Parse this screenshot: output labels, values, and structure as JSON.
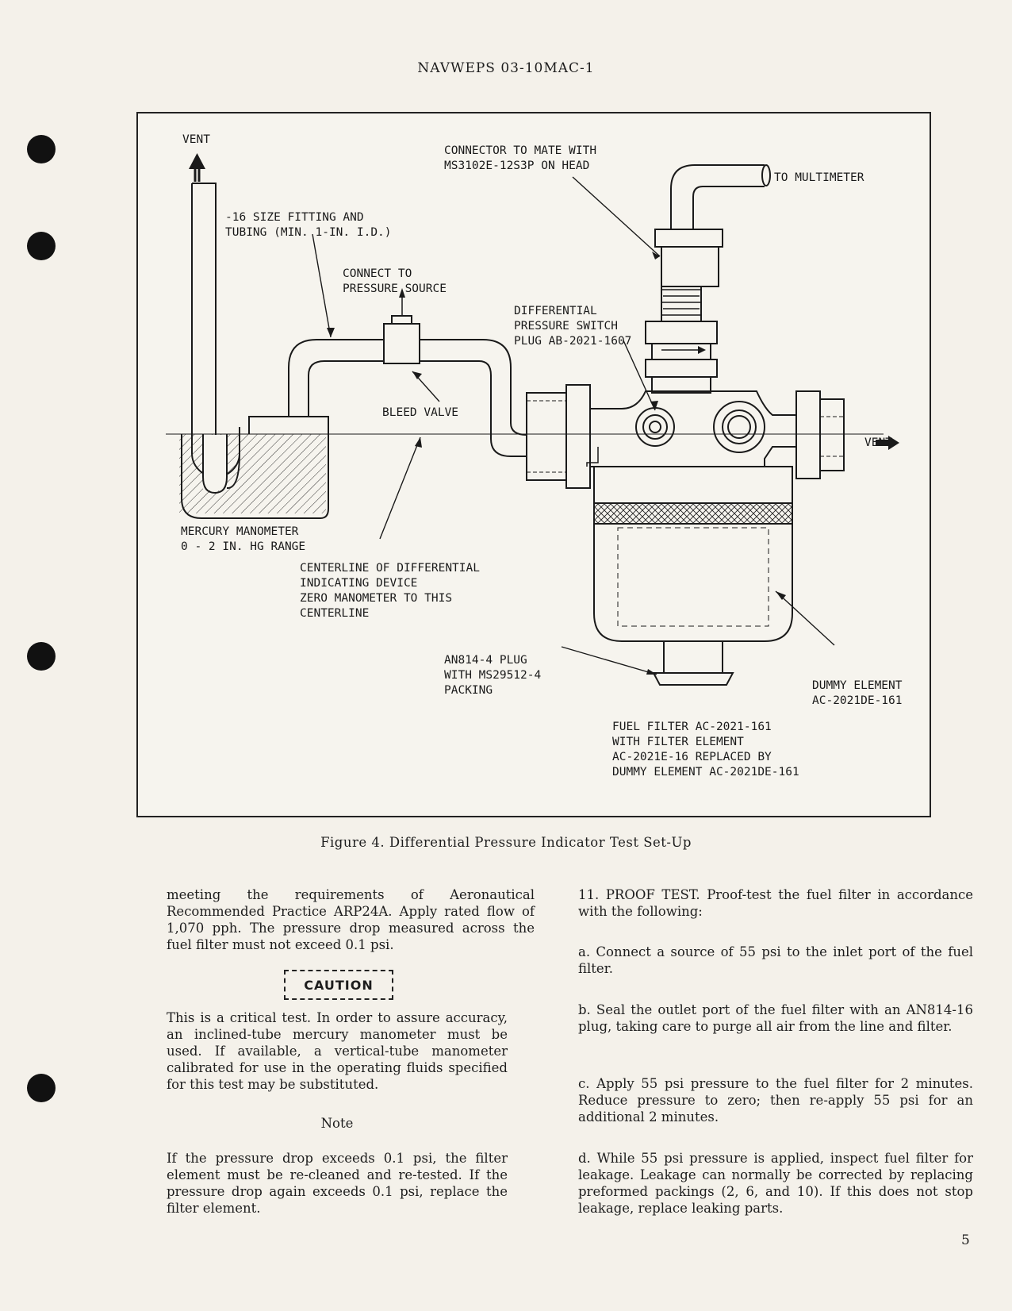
{
  "header": {
    "doc_id": "NAVWEPS 03-10MAC-1"
  },
  "figure": {
    "labels": {
      "vent_left": "VENT",
      "fitting": "-16 SIZE FITTING AND\nTUBING (MIN. 1-IN. I.D.)",
      "connect": "CONNECT TO\nPRESSURE SOURCE",
      "connector": "CONNECTOR TO MATE WITH\nMS3102E-12S3P ON HEAD",
      "multimeter": "TO MULTIMETER",
      "diff_switch": "DIFFERENTIAL\nPRESSURE SWITCH\nPLUG AB-2021-1607",
      "bleed": "BLEED VALVE",
      "vent_right": "VENT",
      "manometer": "MERCURY MANOMETER\n0 - 2 IN. HG RANGE",
      "centerline": "CENTERLINE OF DIFFERENTIAL\nINDICATING DEVICE\nZERO MANOMETER TO THIS\nCENTERLINE",
      "plug": "AN814-4 PLUG\nWITH MS29512-4\nPACKING",
      "dummy": "DUMMY ELEMENT\nAC-2021DE-161",
      "fuel_filter": "FUEL FILTER AC-2021-161\nWITH FILTER ELEMENT\nAC-2021E-16 REPLACED BY\nDUMMY ELEMENT AC-2021DE-161"
    },
    "caption": "Figure 4.  Differential Pressure Indicator Test Set-Up"
  },
  "left_col": {
    "para1": "meeting the requirements of Aeronautical Recommended Practice ARP24A. Apply rated flow of 1,070 pph. The pressure drop measured across the fuel filter must not exceed 0.1 psi.",
    "caution_label": "CAUTION",
    "caution_text": "This is a critical test. In order to assure accuracy, an inclined-tube mercury manometer must be used. If available, a vertical-tube manometer calibrated for use in the operating fluids specified for this test may be substituted.",
    "note_label": "Note",
    "note_text": "If the pressure drop exceeds 0.1 psi, the filter element must be re-cleaned and re-tested. If the pressure drop again exceeds 0.1 psi, replace the filter element."
  },
  "right_col": {
    "heading": "11.  PROOF TEST.  Proof-test the fuel filter in accordance with the following:",
    "a": "a.  Connect a source of 55 psi to the inlet port of the fuel filter.",
    "b": "b.  Seal the outlet port of the fuel filter with an AN814-16 plug, taking care to purge all air from the line and filter.",
    "c": "c.  Apply 55 psi pressure to the fuel filter for 2 minutes.  Reduce pressure to zero; then re-apply 55 psi for an additional 2 minutes.",
    "d": "d.  While 55 psi pressure is applied, inspect fuel filter for leakage.  Leakage can normally be corrected by replacing preformed packings (2, 6, and 10).  If this does not stop leakage, replace leaking parts."
  },
  "page_number": "5"
}
